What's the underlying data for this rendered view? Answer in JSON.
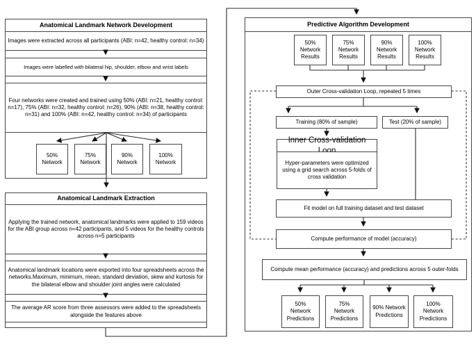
{
  "diagram": {
    "left": {
      "section1": {
        "title": "Anatomical Landmark Network Development",
        "step_extract": "Images were extracted across all participants (ABI: n=42, healthy control: n=34)",
        "step_label": "Images were labelled with bilateral hip, shoulder, elbow and wrist labels",
        "step_train": "Four networks were created and trained using 50% (ABI: n=21, healthy control: n=17), 75% (ABI: n=32, healthy control: n=26), 90% (ABI: n=38, healthy control: n=31) and 100% (ABI: n=42, healthy control: n=34) of participants",
        "networks": [
          "50% Network",
          "75% Network",
          "90% Network",
          "100% Network"
        ]
      },
      "section2": {
        "title": "Anatomical Landmark Extraction",
        "step_apply": "Applying the trained network, anatomical landmarks were applied to 159 videos for the ABI group across n=42 participants, and 5 videos for the healthy controls across n=5 participants",
        "step_export": "Anatomical landmark locations were exported into four spreadsheets across the networks.Maximum, minimum, mean, standard deviation, skew and kurtosis for the bilateral elbow and shoulder joint angles were calculated",
        "step_ar": "The average AR score from three assessors were added to the spreadsheets alongside the features above"
      }
    },
    "right": {
      "title": "Predictive Algorithm Development",
      "results": [
        "50% Network Results",
        "75% Network Results",
        "90% Network Results",
        "100% Network Results"
      ],
      "outer_loop": "Outer Cross-validation Loop, repeated 5 times",
      "training": "Training (80% of sample)",
      "test": "Test (20% of sample)",
      "inner_loop_title": "Inner Cross-validation Loop",
      "inner_loop_body": "Hyper-parameters were optimized using a grid search across 5-folds of cross validation",
      "fit": "Fit model on full training dataset and test dataset",
      "compute_performance": "Compute performance of model (accuracy)",
      "compute_mean": "Compute mean performance (accuracy) and predictions across 5 outer-folds",
      "predictions": [
        "50% Network Predictions",
        "75% Network Predictions",
        "90% Network Predictions",
        "100% Network Predictions"
      ]
    },
    "colors": {
      "background": "#ffffff",
      "box_border": "#454545",
      "line": "#2b2b2b"
    }
  }
}
